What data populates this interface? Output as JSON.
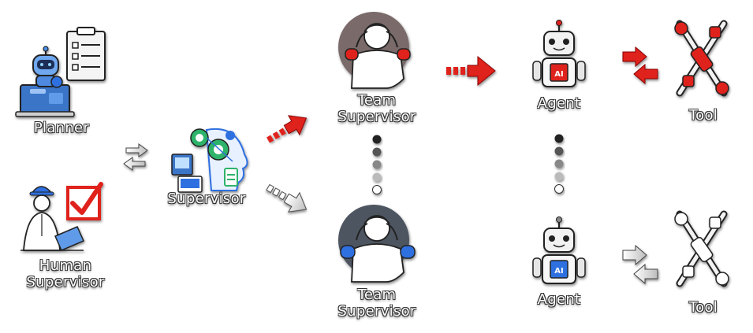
{
  "labels": {
    "planner": "Planner",
    "human_supervisor": [
      "Human",
      "Supervisor"
    ],
    "supervisor": "Supervisor",
    "team_supervisor_top": [
      "Team",
      "Supervisor"
    ],
    "team_supervisor_bottom": [
      "Team",
      "Supervisor"
    ],
    "agent_top": "Agent",
    "agent_bottom": "Agent",
    "tool_top": "Tool",
    "tool_bottom": "Tool",
    "ai_chip": "AI"
  },
  "colors": {
    "red": "#e0201b",
    "blue": "#2f6fe0",
    "dark": "#222222",
    "gray": "#9a9a9a"
  },
  "icons": [
    "planner-robot-icon",
    "clipboard-icon",
    "human-supervisor-icon",
    "checkbox-icon",
    "supervisor-ai-head-icon",
    "team-supervisor-icon",
    "agent-robot-icon",
    "tool-icon"
  ]
}
